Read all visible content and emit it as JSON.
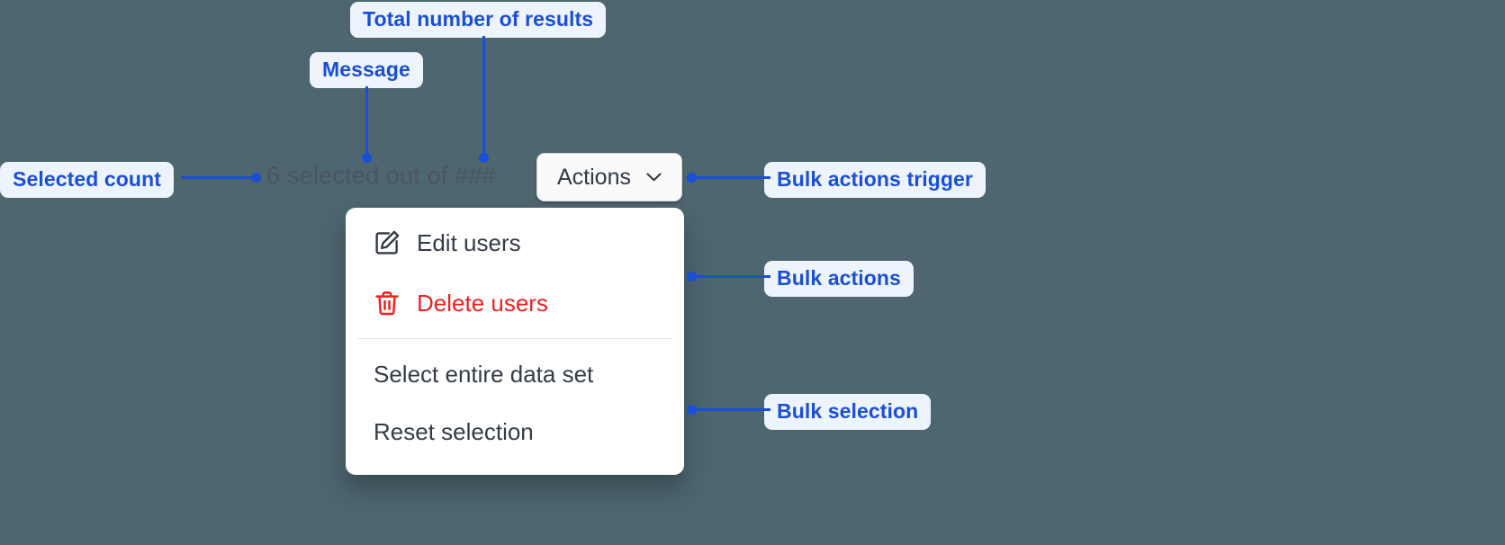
{
  "canvas": {
    "background_color": "#4d666f",
    "accent_color": "#1a4fd6",
    "callout_bg": "#eef4fe"
  },
  "annotations": [
    {
      "id": "total-results",
      "label": "Total number of results"
    },
    {
      "id": "message",
      "label": "Message"
    },
    {
      "id": "selected-count",
      "label": "Selected count"
    },
    {
      "id": "bulk-trigger",
      "label": "Bulk actions trigger"
    },
    {
      "id": "bulk-actions",
      "label": "Bulk actions"
    },
    {
      "id": "bulk-selection",
      "label": "Bulk selection"
    }
  ],
  "widget": {
    "selection_summary": {
      "selected_count": "6",
      "message": "selected out of",
      "total_results": "###",
      "full_text": "6 selected out of ###"
    },
    "actions_button": {
      "label": "Actions",
      "icon": "chevron-down-icon"
    },
    "dropdown": {
      "bulk_actions": [
        {
          "label": "Edit users",
          "icon": "edit-pencil-icon",
          "color": "#333c46"
        },
        {
          "label": "Delete users",
          "icon": "trash-icon",
          "color": "#f02020"
        }
      ],
      "bulk_selection": [
        {
          "label": "Select entire data set"
        },
        {
          "label": "Reset selection"
        }
      ]
    }
  }
}
